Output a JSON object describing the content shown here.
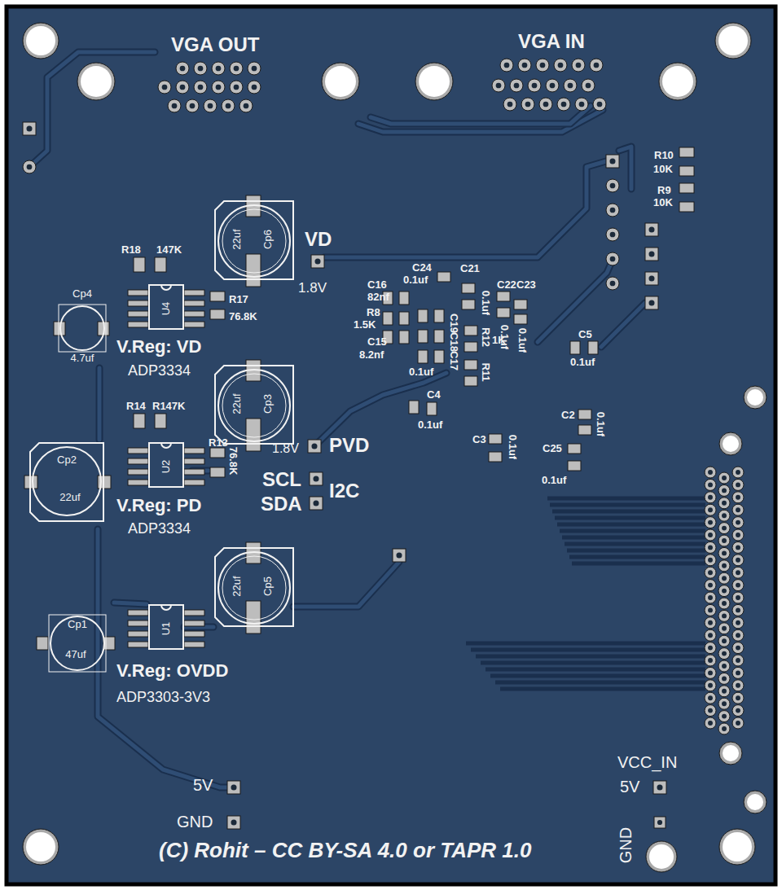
{
  "diagram": {
    "caption": "(C) Rohit – CC BY-SA 4.0 or TAPR 1.0",
    "nodes": [
      {
        "text": [
          "Cp6",
          "22uf"
        ]
      },
      {
        "text": [
          "U4"
        ]
      },
      {
        "text": [
          "Cp4",
          "4.7uf"
        ]
      },
      {
        "text": [
          "Cp3",
          "22uf"
        ]
      },
      {
        "text": [
          "U2"
        ]
      },
      {
        "text": [
          "Cp2",
          "22uf"
        ]
      },
      {
        "text": [
          "Cp5",
          "22uf"
        ]
      },
      {
        "text": [
          "U1"
        ]
      },
      {
        "text": [
          "Cp1",
          "47uf"
        ]
      }
    ],
    "labels": [
      "VGA OUT",
      "VGA IN",
      "R10",
      "10K",
      "R9",
      "10K",
      "R18",
      "147K",
      "R17",
      "76.8K",
      "VD",
      "1.8V",
      "C24",
      "0.1uf",
      "C21",
      "C16",
      "82nf",
      "R8",
      "1.5K",
      "C15",
      "8.2nf",
      "0.1uf",
      "C19",
      "C18",
      "C17",
      "0.1uf",
      "R12",
      "1K",
      "R11",
      "C22",
      "C23",
      "0.1uf",
      "0.1uf",
      "C5",
      "0.1uf",
      "V.Reg: VD",
      "ADP3334",
      "R14",
      "R147K",
      "R13",
      "76.8K",
      "C4",
      "0.1uf",
      "C3",
      "0.1uf",
      "C2",
      "0.1uf",
      "C25",
      "0.1uf",
      "1.8V",
      "PVD",
      "SCL",
      "SDA",
      "I2C",
      "V.Reg: PD",
      "ADP3334",
      "V.Reg: OVDD",
      "ADP3303-3V3",
      "5V",
      "GND",
      "VCC_IN",
      "5V",
      "GND"
    ]
  }
}
